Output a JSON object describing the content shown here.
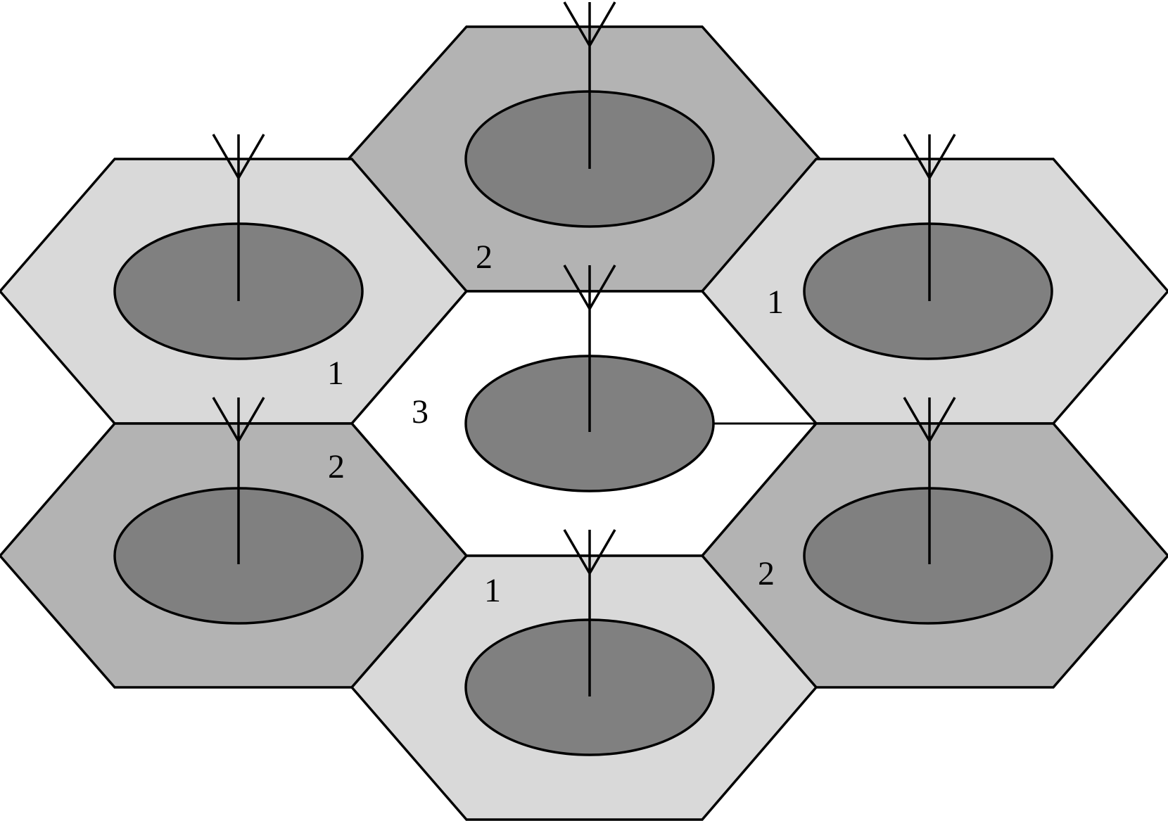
{
  "colors": {
    "background": "#ffffff",
    "stroke": "#000000",
    "inner_coverage": "#808080",
    "reuse_1": "#d9d9d9",
    "reuse_2": "#b3b3b3",
    "reuse_3": "#ffffff"
  },
  "cells": [
    {
      "id": "top",
      "reuse": "2"
    },
    {
      "id": "upper-left",
      "reuse": "1"
    },
    {
      "id": "upper-right",
      "reuse": "1"
    },
    {
      "id": "center",
      "reuse": "3"
    },
    {
      "id": "lower-left",
      "reuse": "2"
    },
    {
      "id": "lower-right",
      "reuse": "2"
    },
    {
      "id": "bottom",
      "reuse": "1"
    }
  ],
  "labels": {
    "top": "2",
    "upper_left": "1",
    "upper_right": "1",
    "center": "3",
    "lower_left": "2",
    "lower_right": "2",
    "bottom": "1"
  },
  "icons": {
    "antenna": "antenna-icon"
  }
}
